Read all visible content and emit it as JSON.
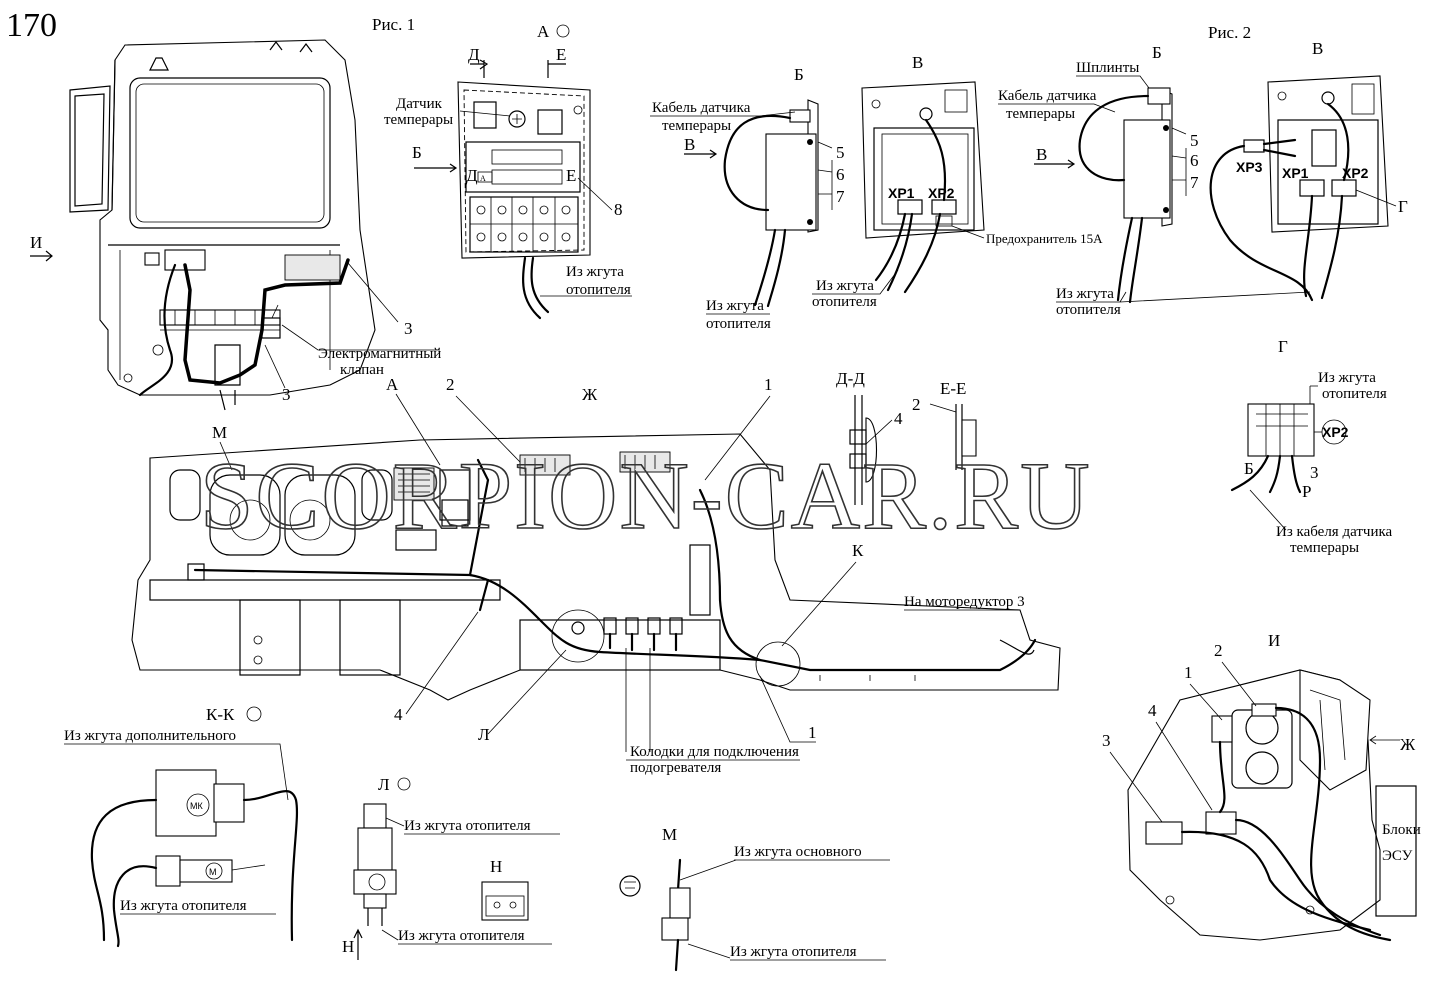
{
  "page_number": "170",
  "figures": {
    "fig1": "Рис. 1",
    "fig2": "Рис. 2"
  },
  "views": {
    "a_circle": "А",
    "b": "Б",
    "v": "В",
    "d": "Д",
    "e": "Е",
    "i": "И",
    "zh": "Ж",
    "g": "Г",
    "m": "М",
    "k": "К",
    "l": "Л",
    "a": "А",
    "dd": "Д-Д",
    "ee": "Е-Е",
    "kk": "К-К",
    "l_circle": "Л",
    "n": "Н",
    "m_view": "М",
    "i_view": "И",
    "b2": "Б",
    "v2": "В",
    "g_view": "Г"
  },
  "numbers": {
    "n1": "1",
    "n2": "2",
    "n3": "3",
    "n4": "4",
    "n5": "5",
    "n6": "6",
    "n7": "7",
    "n8": "8"
  },
  "labels": {
    "temp_sensor_1": "Датчик",
    "temp_sensor_2": "темпеpаpы",
    "from_heater_harness_1": "Из жгута",
    "from_heater_harness_2": "отопителя",
    "sensor_cable_1": "Кабель датчика",
    "sensor_cable_2": "темпеpаpы",
    "electromagnetic_valve_1": "Электромагнитный",
    "electromagnetic_valve_2": "клапан",
    "fuse_15a": "Предохранитель 15А",
    "cotter_pins": "Шплинты",
    "to_motor_reducer": "На моторедуктор 3",
    "heater_blocks_1": "Колодки для подключения",
    "heater_blocks_2": "подогревателя",
    "from_additional_harness": "Из жгута дополнительного",
    "from_heater_harness_single": "Из жгута отопителя",
    "from_main_harness": "Из жгута основного",
    "from_sensor_cable_1": "Из кабеля датчика",
    "from_sensor_cable_2": "темпеpаpы",
    "esu_blocks_1": "Блоки",
    "esu_blocks_2": "ЭСУ",
    "xp1": "XP1",
    "xp2": "XP2",
    "xp3": "XP3",
    "mk": "МК",
    "m_conn": "М",
    "wire_b": "Б",
    "wire_3": "3",
    "wire_p": "Р"
  },
  "watermark": "SCORPION-CAR.RU"
}
